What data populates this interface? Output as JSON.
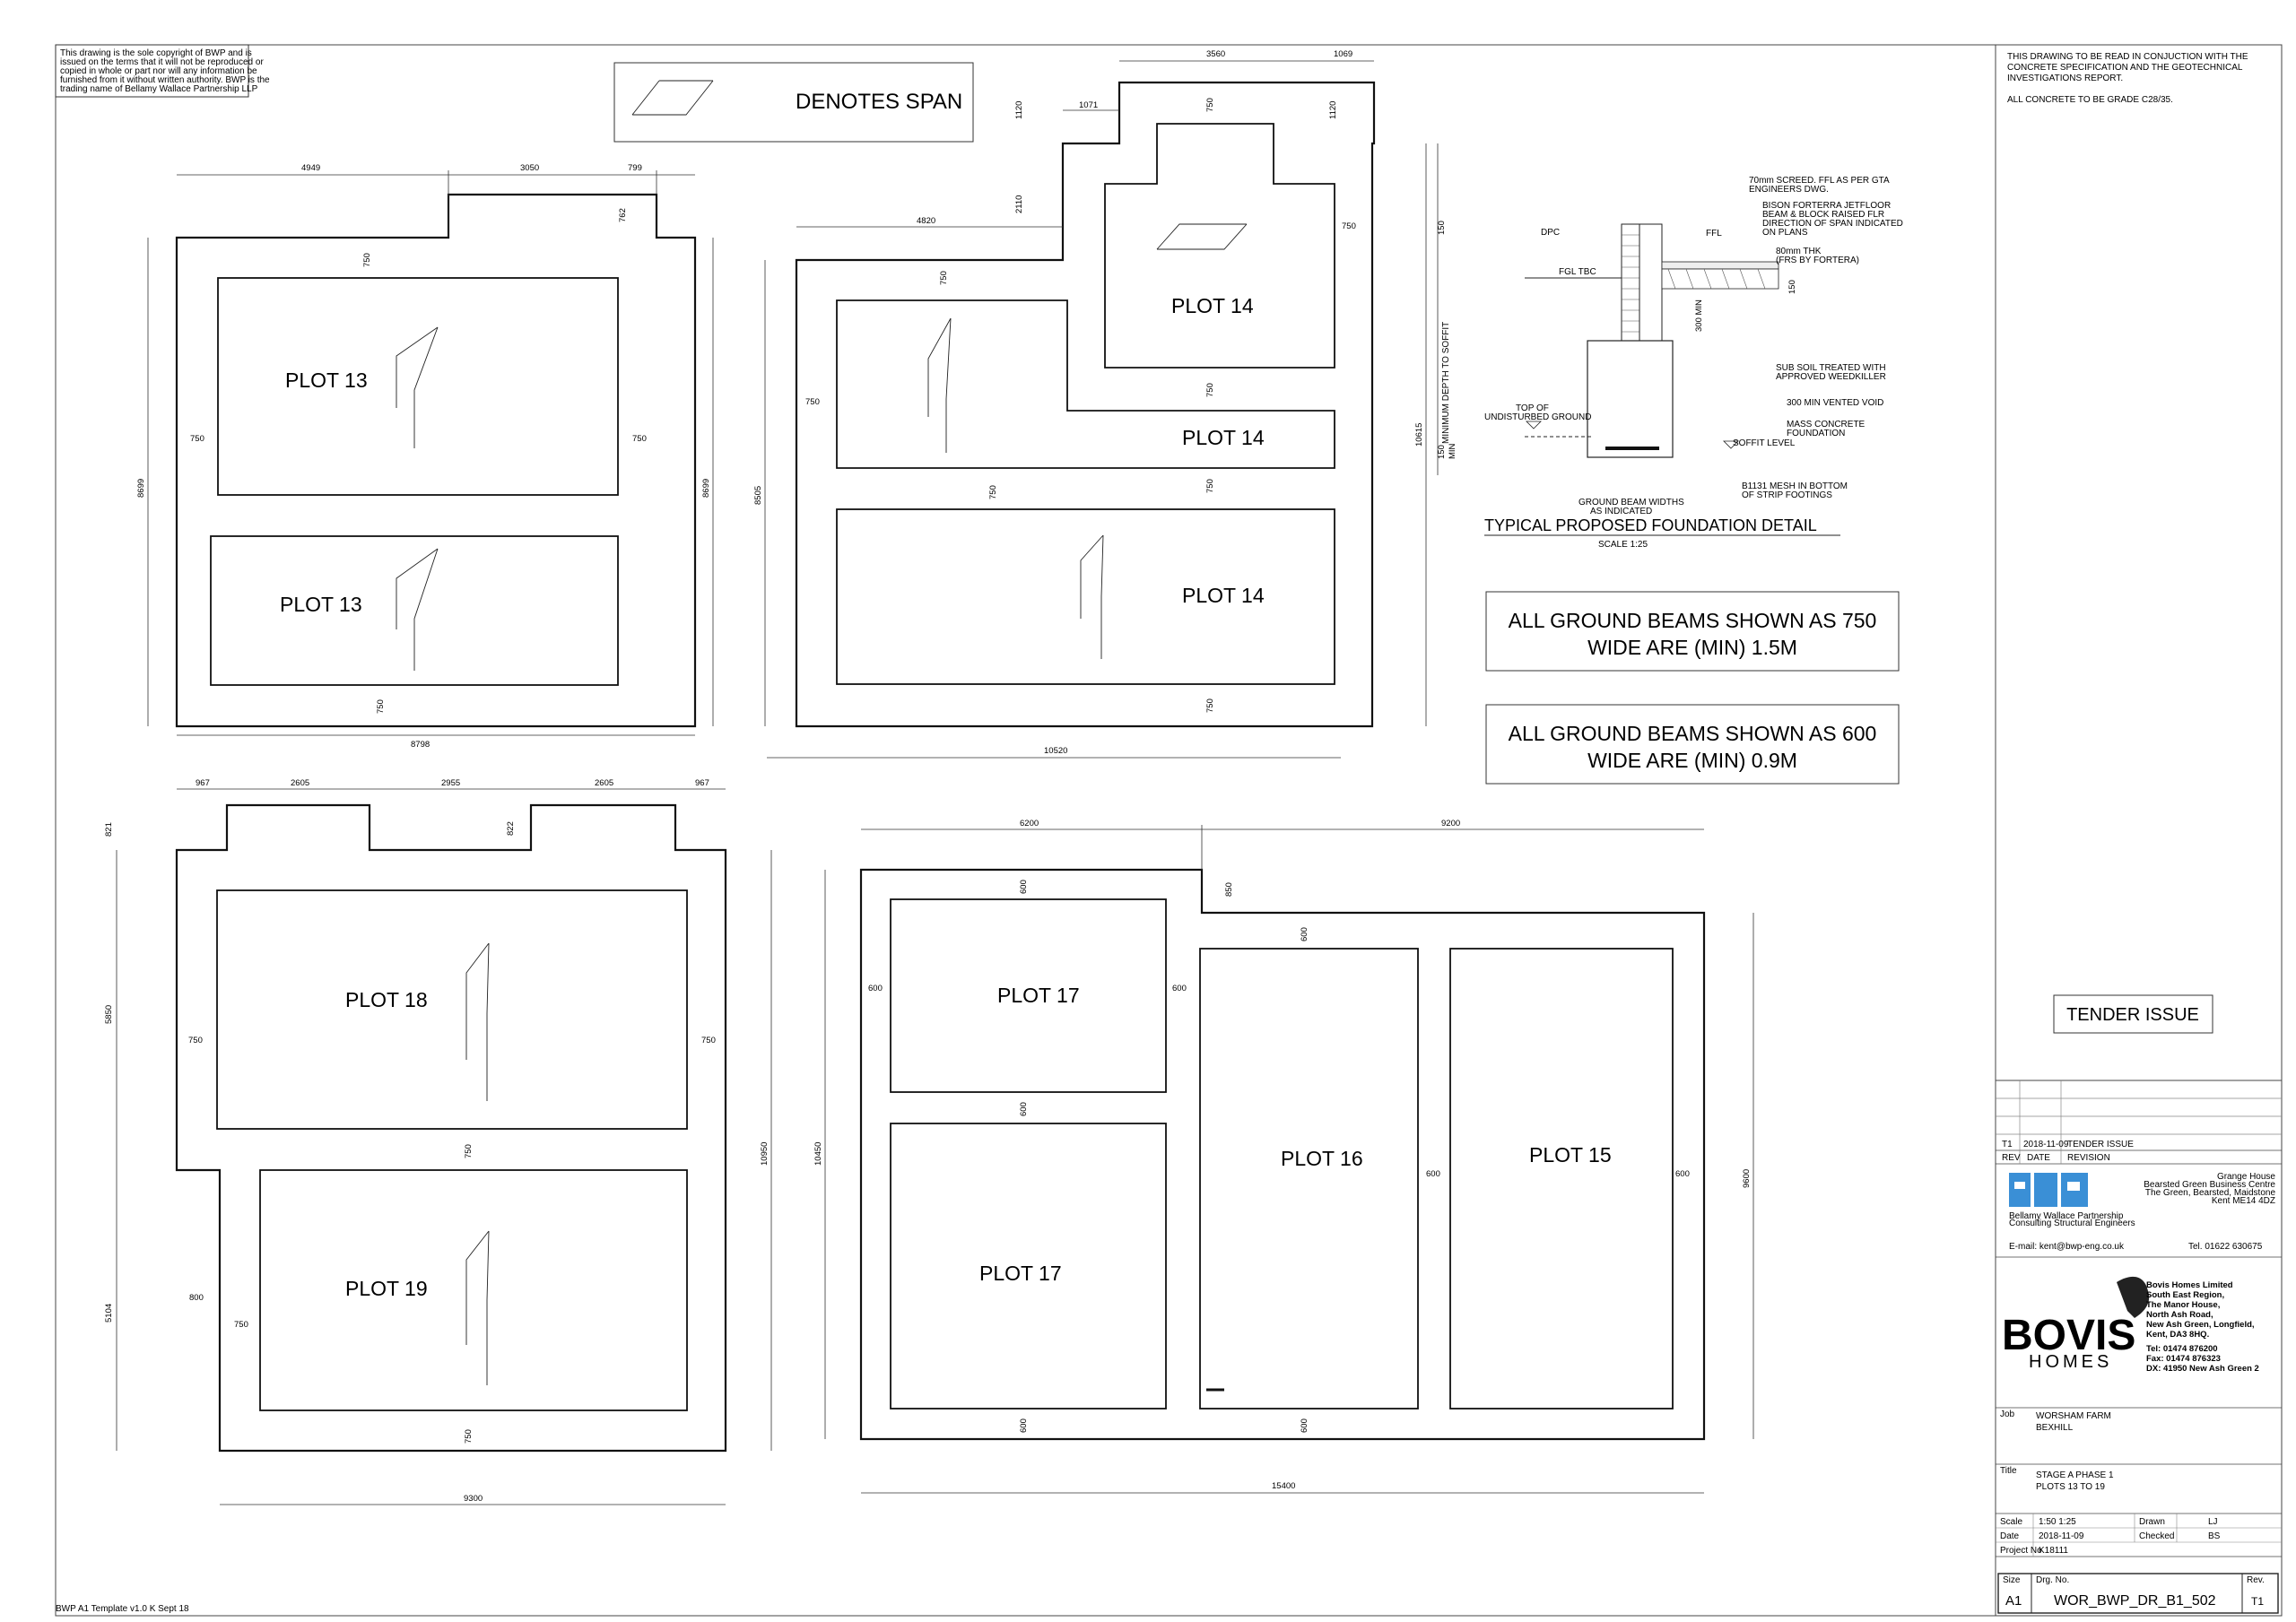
{
  "copyright_note": [
    "This drawing is the sole copyright of BWP and is",
    "issued on the terms that it will not be reproduced or",
    "copied in whole or part nor will any information be",
    "furnished from it without written authority.  BWP is the",
    "trading name of Bellamy Wallace Partnership LLP"
  ],
  "legend": {
    "label": "DENOTES SPAN"
  },
  "template_footer": "BWP A1 Template v1.0 K Sept 18",
  "notes": {
    "line1": "THIS DRAWING TO BE READ IN CONJUCTION WITH THE",
    "line2": "CONCRETE SPECIFICATION AND THE GEOTECHNICAL",
    "line3": "INVESTIGATIONS REPORT.",
    "line4": "ALL CONCRETE TO BE GRADE C28/35."
  },
  "plots": {
    "p13a": "PLOT 13",
    "p13b": "PLOT 13",
    "p14a": "PLOT 14",
    "p14b": "PLOT 14",
    "p14c": "PLOT 14",
    "p18": "PLOT 18",
    "p19": "PLOT 19",
    "p17a": "PLOT 17",
    "p17b": "PLOT 17",
    "p16": "PLOT 16",
    "p15": "PLOT 15"
  },
  "dims": {
    "p13_top1": "4949",
    "p13_top2": "3050",
    "p13_top3": "799",
    "p13_bottom": "8798",
    "p13_left": "8699",
    "p13_right": "8699",
    "p13_762": "762",
    "p14_top1": "3560",
    "p14_top2": "1069",
    "p14_1071": "1071",
    "p14_4820": "4820",
    "p14_1120a": "1120",
    "p14_1120b": "1120",
    "p14_2110": "2110",
    "p14_bottom": "10520",
    "p14_left": "8505",
    "p14_right": "10615",
    "p18_967a": "967",
    "p18_2605a": "2605",
    "p18_2955": "2955",
    "p18_2605b": "2605",
    "p18_967b": "967",
    "p18_821": "821",
    "p18_822": "822",
    "p18_5850": "5850",
    "p18_5104": "5104",
    "p18_10950": "10950",
    "p18_800": "800",
    "p18_bottom": "9300",
    "p17_6200": "6200",
    "p17_9200": "9200",
    "p17_850": "850",
    "p17_left": "10450",
    "p17_right": "9600",
    "p17_bottom": "15400",
    "beam750": "750",
    "beam600": "600"
  },
  "section": {
    "title": "TYPICAL PROPOSED FOUNDATION DETAIL",
    "scale": "SCALE 1:25",
    "labels": {
      "screed": [
        "70mm SCREED. FFL AS PER GTA",
        "ENGINEERS DWG."
      ],
      "bison": [
        "BISON FORTERRA JETFLOOR",
        "BEAM & BLOCK RAISED FLR",
        "DIRECTION OF SPAN INDICATED",
        "ON PLANS"
      ],
      "thk": [
        "80mm THK",
        "(FRS BY FORTERA)"
      ],
      "dpc": "DPC",
      "ffl": "FFL",
      "fgl": "FGL TBC",
      "subsoil": [
        "SUB SOIL TREATED WITH",
        "APPROVED WEEDKILLER"
      ],
      "void": "300 MIN VENTED VOID",
      "mass": [
        "MASS CONCRETE",
        "FOUNDATION"
      ],
      "soffit": "SOFFIT LEVEL",
      "top_ground": [
        "TOP OF",
        "UNDISTURBED GROUND"
      ],
      "mesh": [
        "B1131 MESH IN BOTTOM",
        "OF STRIP FOOTINGS"
      ],
      "beam_widths": [
        "GROUND BEAM WIDTHS",
        "AS INDICATED"
      ],
      "min_depth": "MINIMUM DEPTH TO SOFFIT",
      "d150a": "150",
      "d150b": "150",
      "d150c": "150",
      "d300": "300 MIN",
      "min": "MIN"
    }
  },
  "boxes": {
    "beams750": [
      "ALL GROUND BEAMS SHOWN AS 750",
      "WIDE ARE (MIN) 1.5M"
    ],
    "beams600": [
      "ALL GROUND BEAMS SHOWN AS 600",
      "WIDE ARE (MIN) 0.9M"
    ]
  },
  "title_block": {
    "tender": "TENDER ISSUE",
    "rev_row": {
      "rev": "T1",
      "date": "2018-11-09",
      "revision": "TENDER ISSUE"
    },
    "rev_header": {
      "rev": "REV",
      "date": "DATE",
      "revision": "REVISION"
    },
    "bwp": {
      "name": "Bellamy Wallace Partnership",
      "sub": "Consulting Structural Engineers",
      "address": [
        "Grange House",
        "Bearsted Green Business Centre",
        "The Green, Bearsted, Maidstone",
        "Kent ME14 4DZ"
      ],
      "email": "E-mail: kent@bwp-eng.co.uk",
      "tel": "Tel.  01622 630675"
    },
    "bovis": {
      "logo": "BOVIS",
      "logo_sub": "HOMES",
      "address": [
        "Bovis Homes Limited",
        "South East Region,",
        "The Manor House,",
        "North Ash Road,",
        "New Ash Green, Longfield,",
        "Kent, DA3 8HQ."
      ],
      "contact": [
        "Tel:  01474 876200",
        "Fax: 01474 876323",
        "DX:  41950 New Ash Green 2"
      ]
    },
    "job_label": "Job",
    "job": [
      "WORSHAM FARM",
      "BEXHILL"
    ],
    "title_label": "Title",
    "title": [
      "STAGE A PHASE 1",
      "PLOTS 13 TO 19"
    ],
    "scale_label": "Scale",
    "scale": "1:50  1:25",
    "drawn_label": "Drawn",
    "drawn": "LJ",
    "date_label": "Date",
    "date": "2018-11-09",
    "checked_label": "Checked",
    "checked": "BS",
    "project_label": "Project No",
    "project": "K18111",
    "size_label": "Size",
    "size": "A1",
    "drg_label": "Drg. No.",
    "drg": "WOR_BWP_DR_B1_502",
    "rev_label": "Rev.",
    "rev": "T1"
  }
}
